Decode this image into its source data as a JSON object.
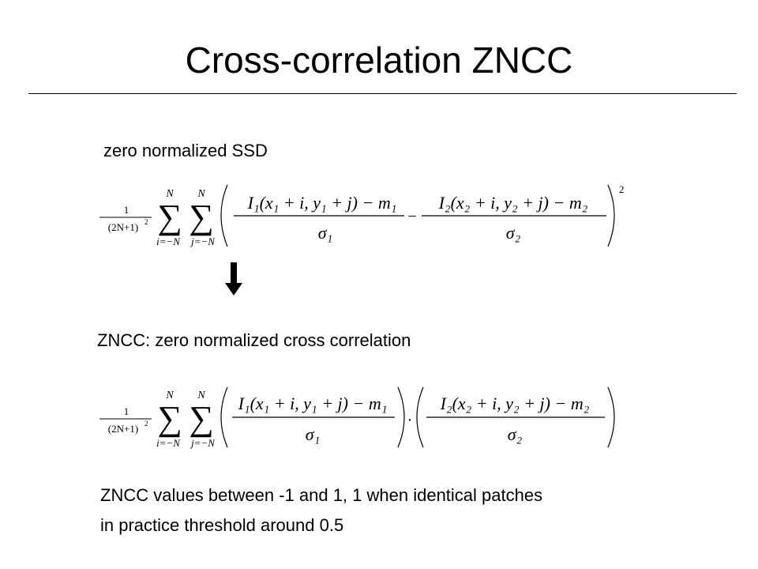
{
  "slide": {
    "title": "Cross-correlation ZNCC",
    "ssd_label": "zero normalized SSD",
    "zncc_label": "ZNCC: zero normalized cross correlation",
    "note_line1": "ZNCC values between -1 and 1, 1 when identical patches",
    "note_line2": "in practice threshold around 0.5"
  },
  "formula": {
    "prefactor_num": "1",
    "prefactor_den": "(2N+1)",
    "prefactor_exp": "2",
    "sum_upper": "N",
    "sum_lower_i": "i=−N",
    "sum_lower_j": "j=−N",
    "term1_num": "I₁(x₁ + i, y₁ + j) − m₁",
    "term1_den": "σ₁",
    "term2_num": "I₂(x₂ + i, y₂ + j) − m₂",
    "term2_den": "σ₂",
    "ssd_operator": "−",
    "ssd_power": "2",
    "zncc_operator": "·"
  }
}
